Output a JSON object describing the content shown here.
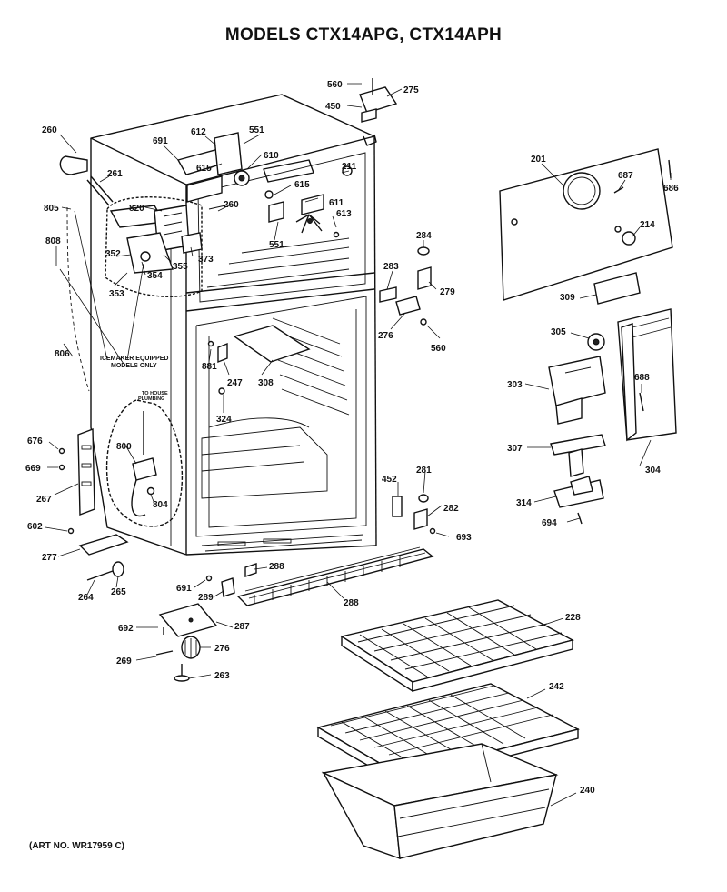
{
  "title": "MODELS CTX14APG, CTX14APH",
  "art_number": "(ART NO. WR17959 C)",
  "notes": {
    "icemaker": [
      "ICEMAKER EQUIPPED",
      "MODELS ONLY"
    ],
    "house_plumbing": [
      "TO HOUSE",
      "PLUMBING"
    ]
  },
  "callouts": {
    "c560a": "560",
    "c275": "275",
    "c450": "450",
    "c260a": "260",
    "c691a": "691",
    "c612": "612",
    "c551a": "551",
    "c615a": "615",
    "c610": "610",
    "c261": "261",
    "c820": "820",
    "c260b": "260",
    "c211": "211",
    "c615b": "615",
    "c611": "611",
    "c613": "613",
    "c551b": "551",
    "c805": "805",
    "c808": "808",
    "c352": "352",
    "c355": "355",
    "c373": "373",
    "c354": "354",
    "c353": "353",
    "c201": "201",
    "c687": "687",
    "c686": "686",
    "c214": "214",
    "c284a": "284",
    "c283": "283",
    "c279": "279",
    "c276a": "276",
    "c560b": "560",
    "c309": "309",
    "c305": "305",
    "c806": "806",
    "c881": "881",
    "c247": "247",
    "c308": "308",
    "c324": "324",
    "c303": "303",
    "c688": "688",
    "c676": "676",
    "c800": "800",
    "c669": "669",
    "c267": "267",
    "c804": "804",
    "c307": "307",
    "c304": "304",
    "c452": "452",
    "c281": "281",
    "c282": "282",
    "c314": "314",
    "c693": "693",
    "c694": "694",
    "c602": "602",
    "c277": "277",
    "c288a": "288",
    "c264": "264",
    "c265": "265",
    "c691b": "691",
    "c289": "289",
    "c288b": "288",
    "c692": "692",
    "c287": "287",
    "c228": "228",
    "c269": "269",
    "c276b": "276",
    "c263": "263",
    "c242": "242",
    "c240": "240"
  }
}
